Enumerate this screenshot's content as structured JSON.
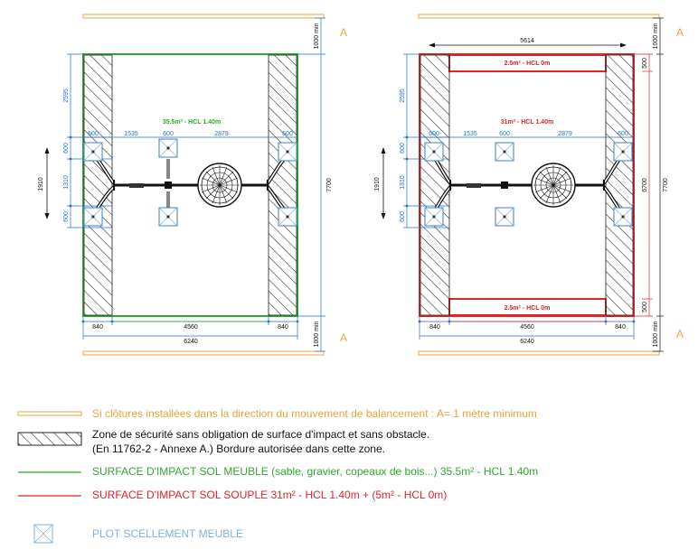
{
  "colors": {
    "fence": "#e8a53a",
    "green": "#2fa82f",
    "red": "#e02424",
    "blue": "#1e6fd9",
    "anchor": "#7fb2dc",
    "dark": "#111111"
  },
  "plans": {
    "marker_a": "A",
    "fence_dim": "1000 min",
    "width_total": "6240",
    "side_zone": "840",
    "center_zone": "4560",
    "depth_total": "7700",
    "top_span": "2595",
    "span_left": "1535",
    "span_right": "2879",
    "anchor_size": "600",
    "seat_span": "1310",
    "frame_width": "1910",
    "left": {
      "surface_label": "35.5m² - HCL 1.40m"
    },
    "right": {
      "top_width": "5614",
      "surface_label": "31m² - HCL 1.40m",
      "top_strip_label": "2.5m² - HCL 0m",
      "bottom_strip_label": "2.5m² - HCL 0m",
      "strip_depth": "500",
      "inner_depth": "6700"
    }
  },
  "legend": {
    "fence_text": "Si clôtures installées dans la direction du mouvement de balancement : A= 1 mètre minimum",
    "hatch_text_1": "Zone de sécurité sans obligation de surface d'impact et sans obstacle.",
    "hatch_text_2": "(En 11762-2 - Annexe A.) Bordure autorisée dans cette zone.",
    "green_text": "SURFACE D'IMPACT SOL MEUBLE (sable, gravier, copeaux de bois...) 35.5m² - HCL 1.40m",
    "red_text": "SURFACE D'IMPACT SOL SOUPLE 31m² - HCL 1.40m + (5m² - HCL 0m)",
    "anchor_text": "PLOT SCELLEMENT MEUBLE"
  }
}
